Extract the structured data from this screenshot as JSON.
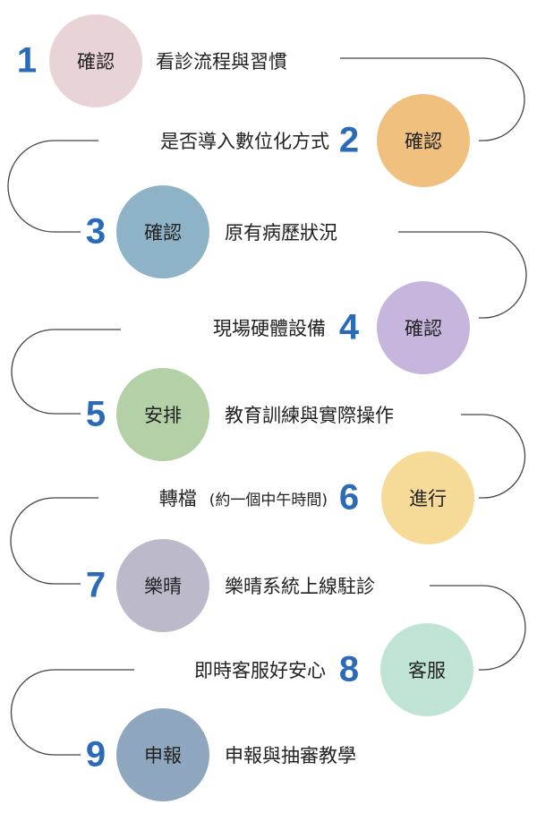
{
  "steps": [
    {
      "num": "1",
      "badge": "確認",
      "text": "看診流程與習慣",
      "color": "#e8d3d6"
    },
    {
      "num": "2",
      "badge": "確認",
      "text": "是否導入數位化方式",
      "color": "#efc07e"
    },
    {
      "num": "3",
      "badge": "確認",
      "text": "原有病歷狀況",
      "color": "#8fb3c6"
    },
    {
      "num": "4",
      "badge": "確認",
      "text": "現場硬體設備",
      "color": "#c6b6dd"
    },
    {
      "num": "5",
      "badge": "安排",
      "text": "教育訓練與實際操作",
      "color": "#b3d0a6"
    },
    {
      "num": "6",
      "badge": "進行",
      "text": "轉檔",
      "note": "(約一個中午時間)",
      "color": "#f6da97"
    },
    {
      "num": "7",
      "badge": "樂晴",
      "text": "樂晴系統上線駐診",
      "color": "#bcb9ca"
    },
    {
      "num": "8",
      "badge": "客服",
      "text": "即時客服好安心",
      "color": "#bfe4d3"
    },
    {
      "num": "9",
      "badge": "申報",
      "text": "申報與抽審教學",
      "color": "#8ea6be"
    }
  ]
}
